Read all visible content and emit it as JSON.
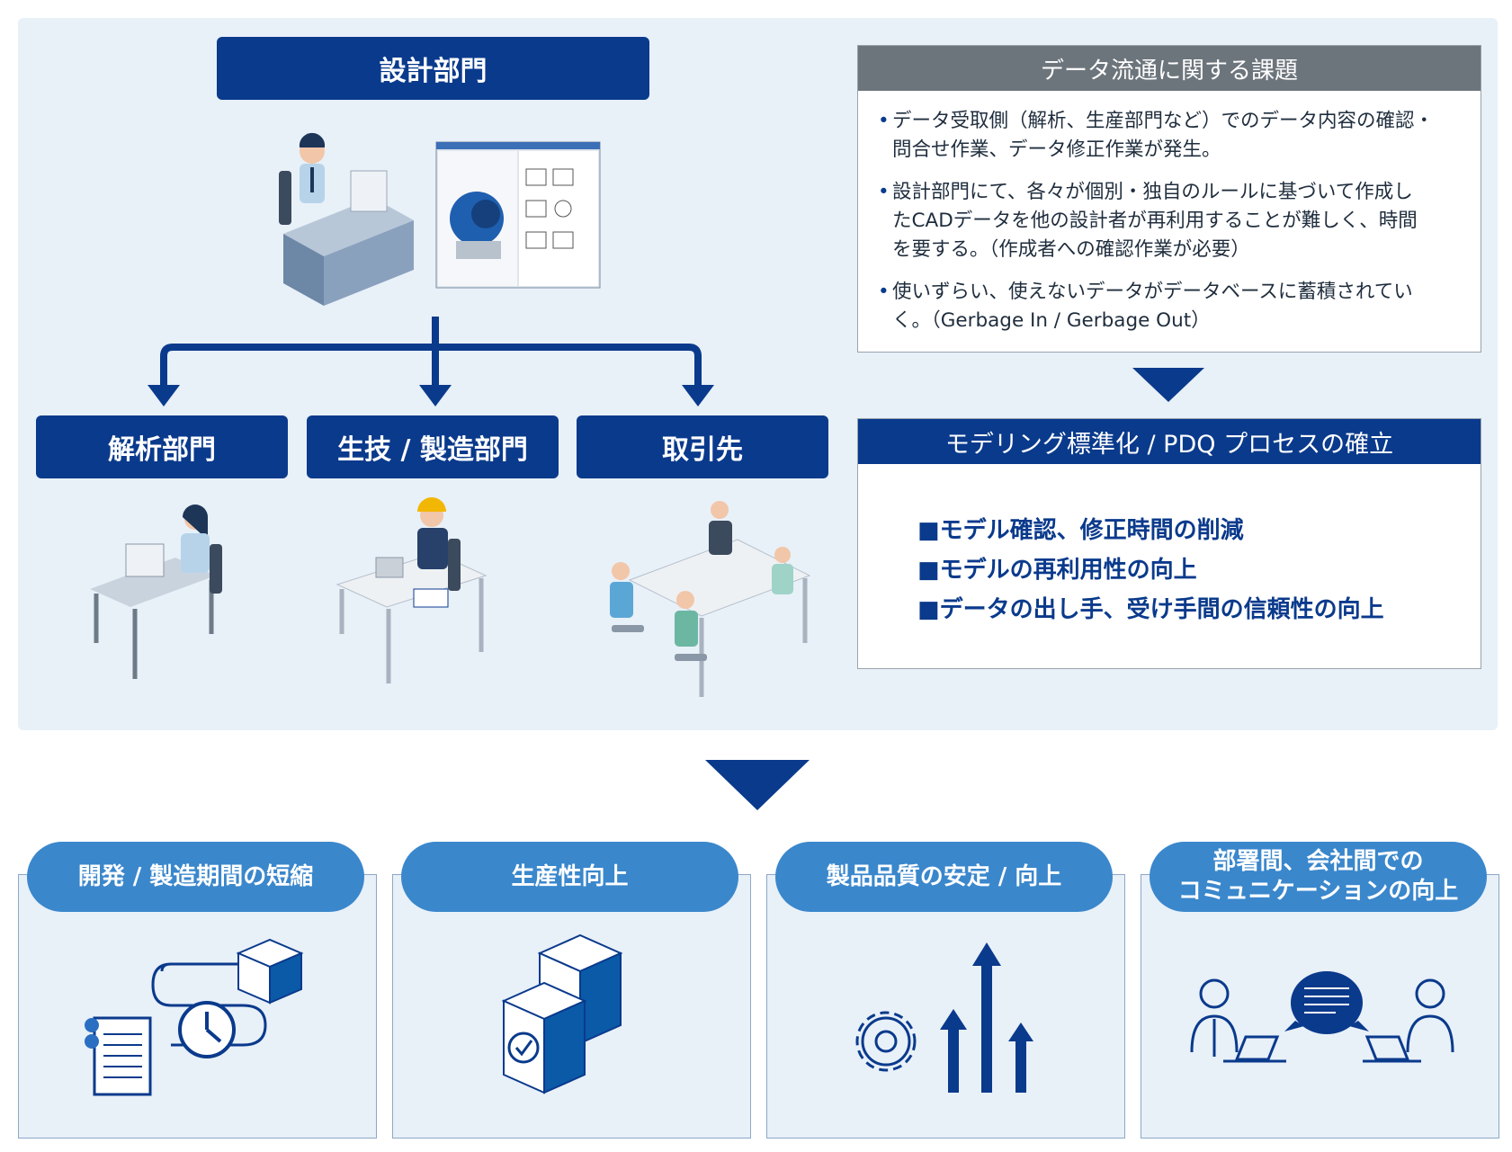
{
  "design_dept": "設計部門",
  "departments": [
    {
      "label": "解析部門"
    },
    {
      "label": "生技 / 製造部門"
    },
    {
      "label": "取引先"
    }
  ],
  "issues": {
    "title": "データ流通に関する課題",
    "items": [
      {
        "line1": "データ受取側（解析、生産部門など）でのデータ内容の確認・",
        "line2": "問合せ作業、データ修正作業が発生。",
        "line3": ""
      },
      {
        "line1": "設計部門にて、各々が個別・独自のルールに基づいて作成し",
        "line2": "たCADデータを他の設計者が再利用することが難しく、時間",
        "line3": "を要する。（作成者への確認作業が必要）"
      },
      {
        "line1": "使いずらい、使えないデータがデータベースに蓄積されてい",
        "line2": "く。（Gerbage In / Gerbage Out）",
        "line3": ""
      }
    ]
  },
  "standardization": {
    "title": "モデリング標準化 / PDQ プロセスの確立",
    "items": [
      "■モデル確認、修正時間の削減",
      "■モデルの再利用性の向上",
      "■データの出し手、受け手間の信頼性の向上"
    ]
  },
  "benefits": [
    {
      "line1": "開発 / 製造期間の短縮",
      "line2": "",
      "icon": "schedule-cube-icon"
    },
    {
      "line1": "生産性向上",
      "line2": "",
      "icon": "stacked-cubes-check-icon"
    },
    {
      "line1": "製品品質の安定 / 向上",
      "line2": "",
      "icon": "gear-arrows-icon"
    },
    {
      "line1": "部署間、会社間での",
      "line2": "コミュニケーションの向上",
      "icon": "communication-icon"
    }
  ],
  "colors": {
    "navy": "#0a3a8c",
    "panel": "#e8f0f8",
    "gray_header": "#6d757c",
    "pill_blue": "#3a87cc"
  }
}
